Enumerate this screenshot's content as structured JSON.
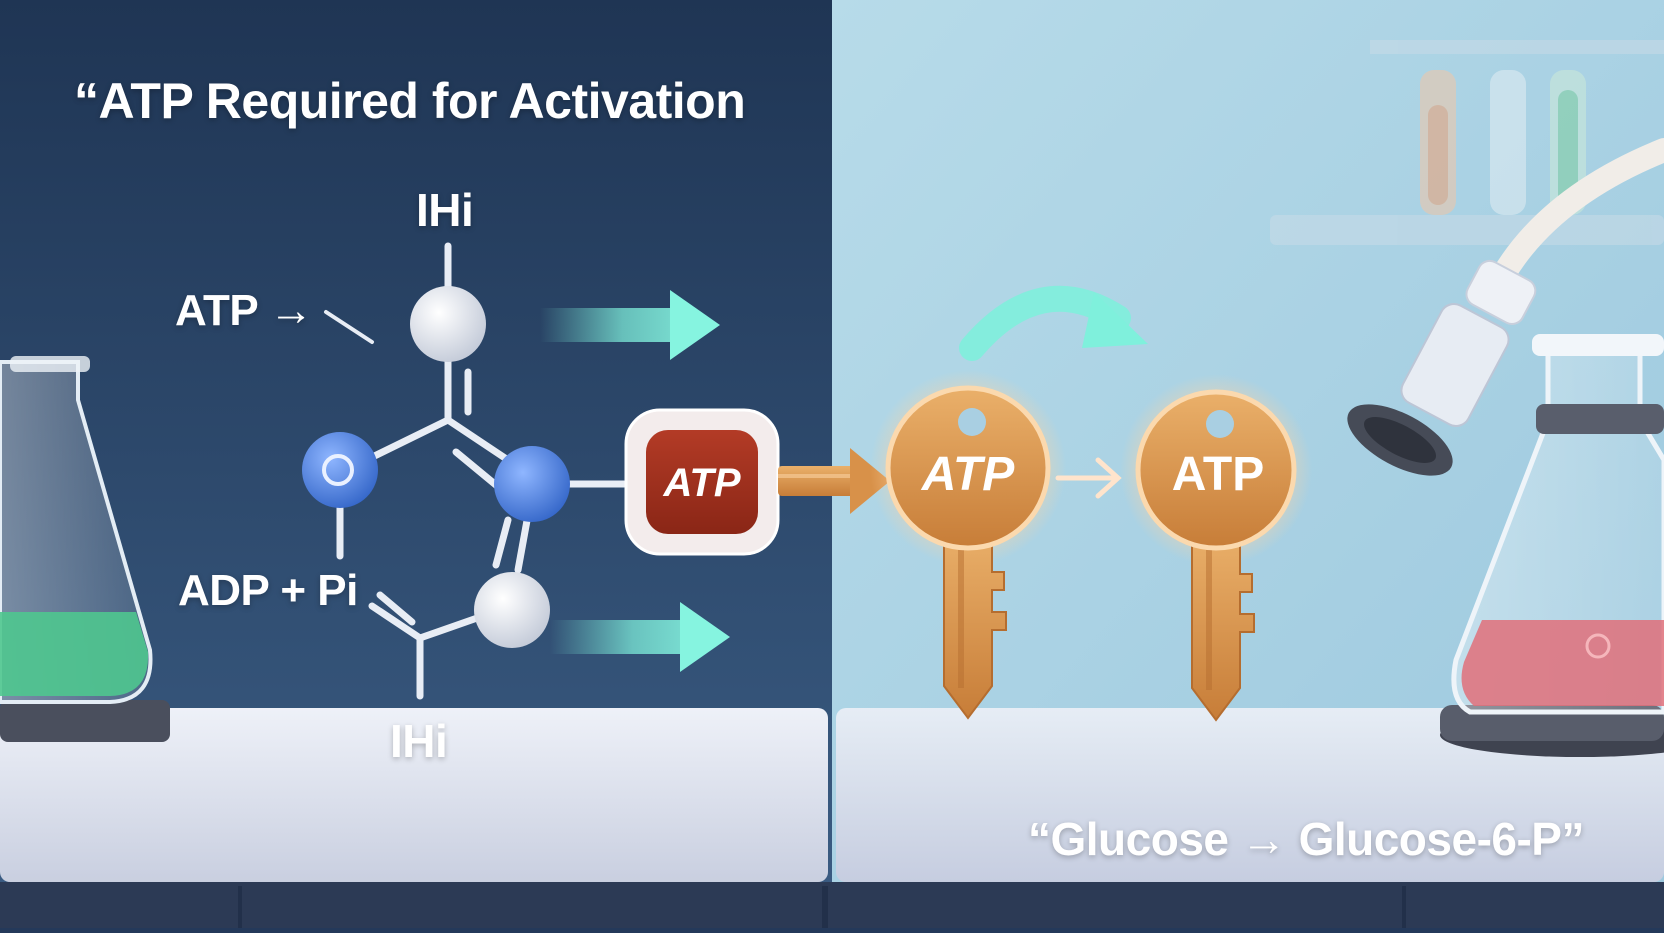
{
  "headline": "“ATP Required for Activation",
  "molecule": {
    "label_top": "IHi",
    "label_bottom": "IHi",
    "label_atp": "ATP →",
    "label_adp": "ADP + Pi"
  },
  "atp_block": {
    "label": "ATP"
  },
  "keys": [
    {
      "label": "ATP"
    },
    {
      "label": "ATP"
    }
  ],
  "caption": "“Glucose → Glucose-6-P”",
  "colors": {
    "left_bg": "#24395a",
    "right_bg": "#a8d0e3",
    "teal_arrow": "#7ff0dc",
    "atp_block_red": "#a4311f",
    "key_gold": "#d9944a",
    "node_blue": "#4f86e0",
    "node_white": "#eef1f7",
    "flask_green": "#4fc78f",
    "flask_red": "#e0707a"
  },
  "icons": [
    "flask-icon",
    "key-icon",
    "atom-node-icon",
    "arrow-right-icon",
    "curved-arrow-icon",
    "test-tube-rack-icon"
  ]
}
